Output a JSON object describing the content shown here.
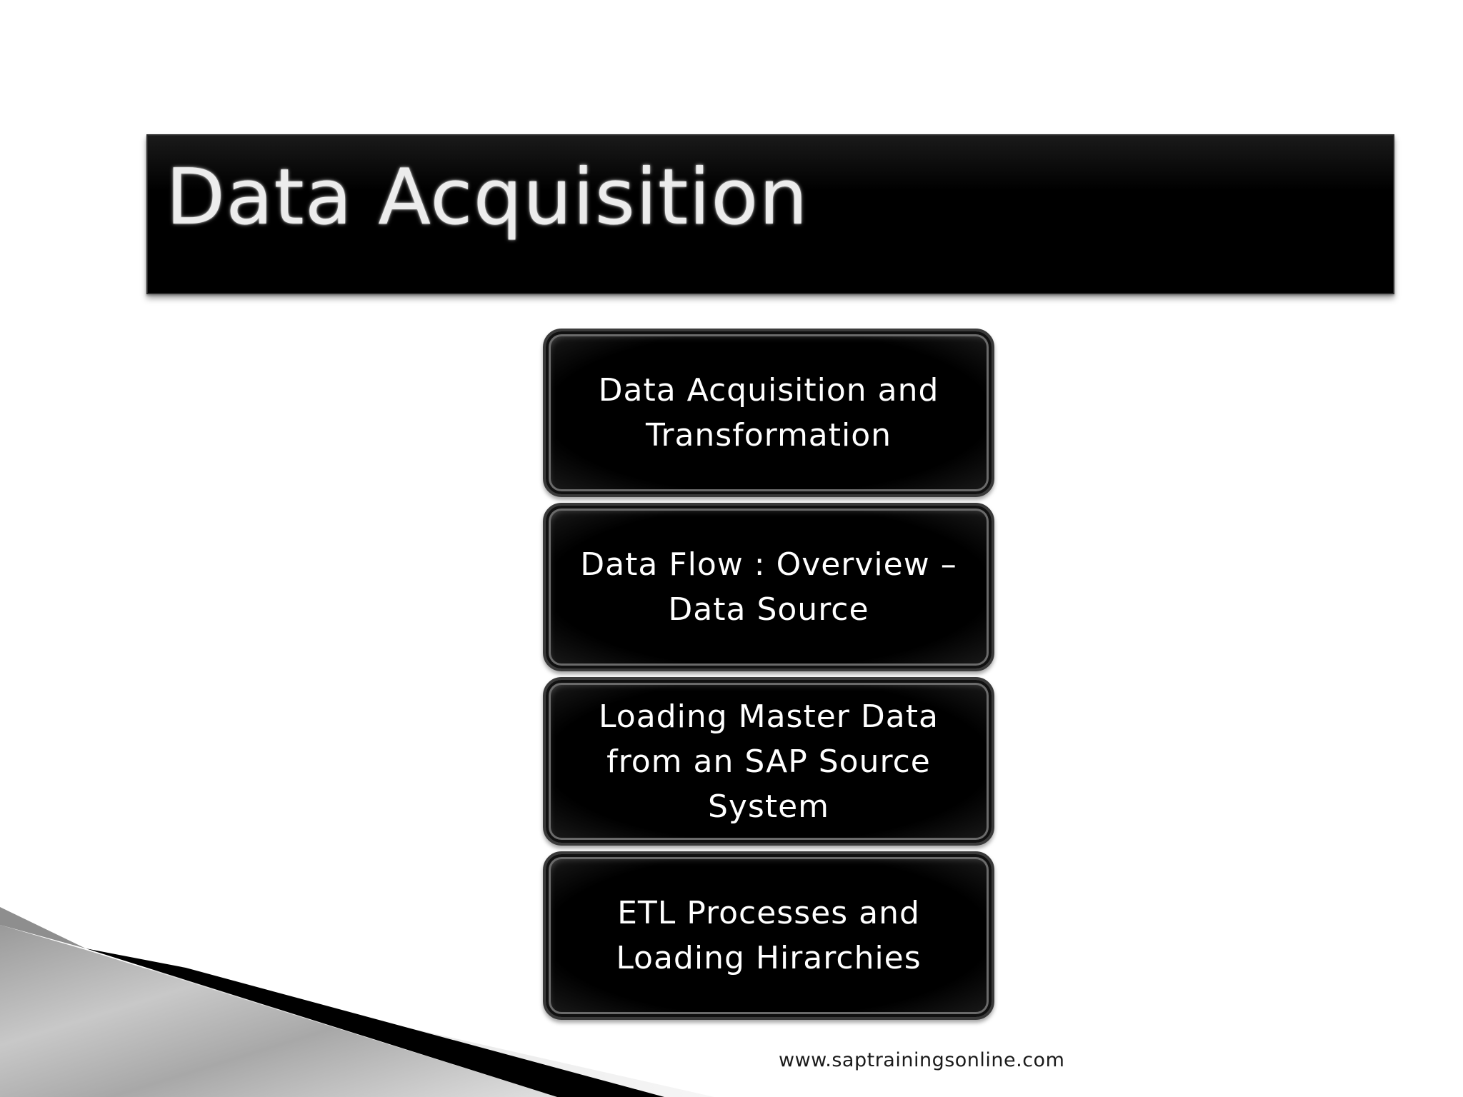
{
  "slide": {
    "title": "Data Acquisition",
    "footer_url": "www.saptrainingsonline.com"
  },
  "diagram": {
    "boxes": [
      {
        "label": "Data Acquisition and Transformation"
      },
      {
        "label": "Data Flow : Overview – Data Source"
      },
      {
        "label": "Loading Master Data from an SAP Source System"
      },
      {
        "label": "ETL Processes and Loading Hirarchies"
      }
    ]
  },
  "colors": {
    "title_bar": "#000000",
    "box_fill": "#000000",
    "box_text": "#ffffff",
    "background": "#ffffff"
  }
}
